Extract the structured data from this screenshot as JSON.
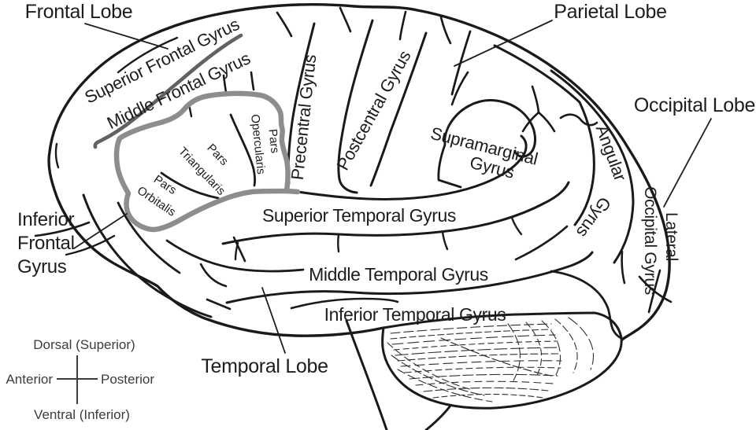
{
  "colors": {
    "ink": "#1a1a1a",
    "gray_sulcus": "#626262",
    "gray_outline": "#8d8d8d",
    "compass_text": "#3c3c3c",
    "background": "#ffffff"
  },
  "lobe_labels": {
    "frontal": "Frontal Lobe",
    "parietal": "Parietal Lobe",
    "occipital": "Occipital Lobe",
    "temporal": "Temporal Lobe"
  },
  "gyrus_labels": {
    "superior_frontal": "Superior Frontal Gyrus",
    "middle_frontal": "Middle Frontal Gyrus",
    "inferior_frontal": {
      "line1": "Inferior",
      "line2": "Frontal",
      "line3": "Gyrus"
    },
    "pars_opercularis": {
      "line1": "Pars",
      "line2": "Opercularis"
    },
    "pars_triangularis": {
      "line1": "Pars",
      "line2": "Triangularis"
    },
    "pars_orbitalis": {
      "line1": "Pars",
      "line2": "Orbitalis"
    },
    "precentral": "Precentral Gyrus",
    "postcentral": "Postcentral Gyrus",
    "supramarginal": {
      "line1": "Supramarginal",
      "line2": "Gyrus"
    },
    "angular": {
      "line1": "Angular",
      "line2": "Gyrus"
    },
    "lateral_occipital": {
      "line1": "Lateral",
      "line2": "Occipital Gyrus"
    },
    "superior_temporal": "Superior Temporal Gyrus",
    "middle_temporal": "Middle Temporal Gyrus",
    "inferior_temporal": "Inferior Temporal Gyrus"
  },
  "compass": {
    "up": "Dorsal (Superior)",
    "down": "Ventral (Inferior)",
    "left": "Anterior",
    "right": "Posterior"
  }
}
